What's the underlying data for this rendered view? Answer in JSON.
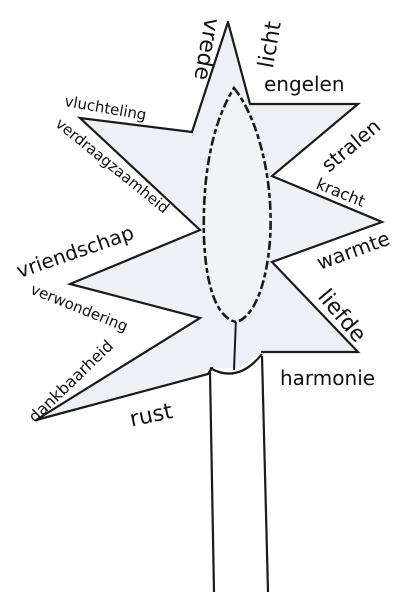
{
  "words": {
    "vrede": "vrede",
    "licht": "licht",
    "engelen": "engelen",
    "vluchteling": "vluchteling",
    "verdraagzaamheid": "verdraagzaamheid",
    "stralen": "stralen",
    "kracht": "kracht",
    "vriendschap": "vriendschap",
    "warmte": "warmte",
    "verwondering": "verwondering",
    "liefde": "liefde",
    "dankbaarheid": "dankbaarheid",
    "harmonie": "harmonie",
    "rust": "rust"
  },
  "colors": {
    "ink": "#1a1a1a",
    "paper": "#ffffff",
    "star_fill": "#eef0f5"
  }
}
